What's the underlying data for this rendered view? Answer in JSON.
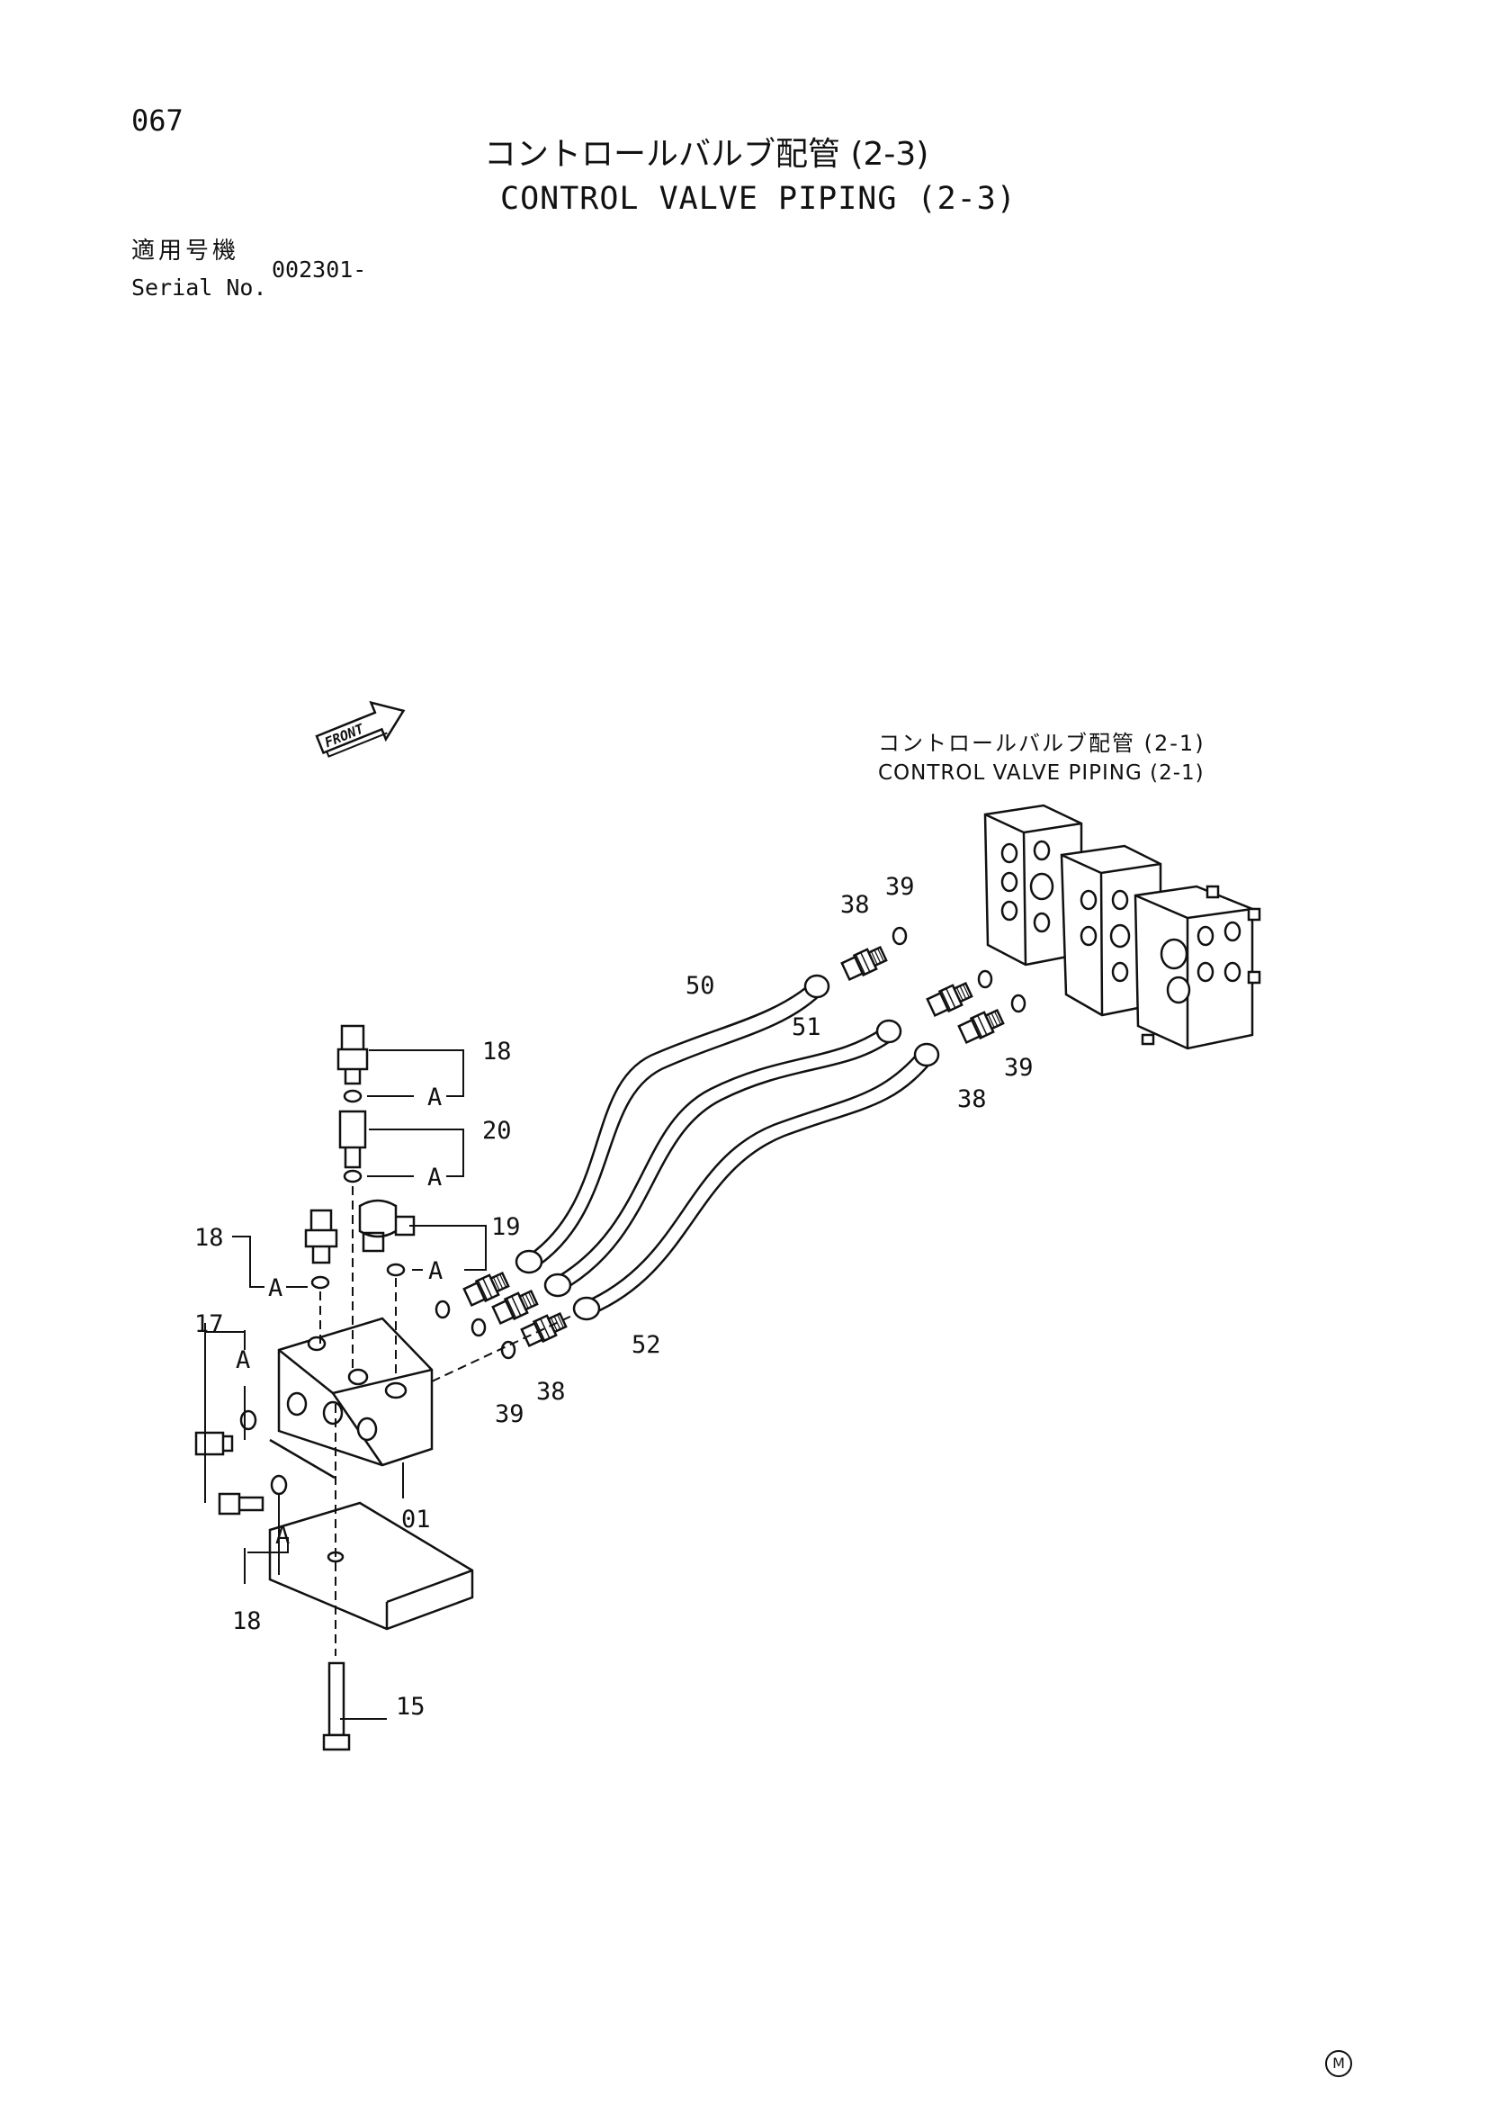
{
  "header": {
    "page_number": "067",
    "title_jp": "コントロールバルブ配管 (2-3)",
    "title_en": "CONTROL VALVE PIPING (2-3)",
    "serial_label_jp": "適用号機",
    "serial_label_en": "Serial No.",
    "serial_value": "002301-"
  },
  "diagram": {
    "front_label": "FRONT",
    "reference_jp": "コントロールバルブ配管 (2-1)",
    "reference_en": "CONTROL VALVE PIPING (2-1)",
    "group_label": "A",
    "callouts": {
      "c01": "01",
      "c15": "15",
      "c17": "17",
      "c18a": "18",
      "c18b": "18",
      "c18c": "18",
      "c19": "19",
      "c20": "20",
      "c38a": "38",
      "c38b": "38",
      "c38c": "38",
      "c39a": "39",
      "c39b": "39",
      "c39c": "39",
      "c50": "50",
      "c51": "51",
      "c52": "52"
    }
  },
  "footer": {
    "mark": "M"
  }
}
